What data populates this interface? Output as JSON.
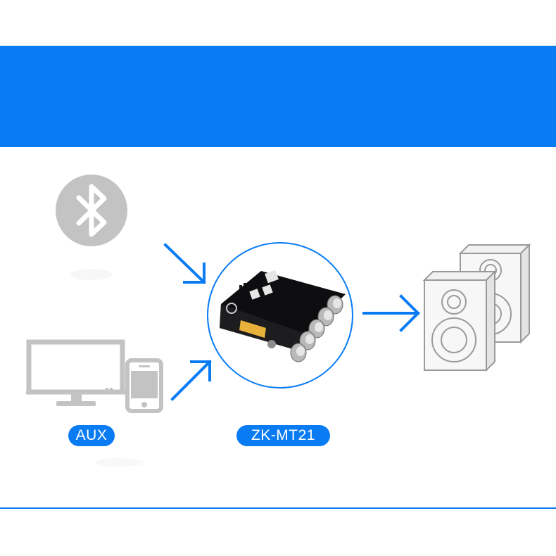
{
  "labels": {
    "aux": "AUX",
    "model": "ZK-MT21"
  },
  "icons": {
    "bluetooth": "bluetooth-icon",
    "monitor": "monitor-icon",
    "phone": "smartphone-icon",
    "amplifier": "amplifier-board-image",
    "speakers": "speakers-icon",
    "arrows": "arrow-icon"
  },
  "colors": {
    "accent_blue": "#0a7cf3",
    "icon_gray": "#c3c3c3",
    "background": "#ffffff",
    "board_black": "#0e0e10"
  }
}
